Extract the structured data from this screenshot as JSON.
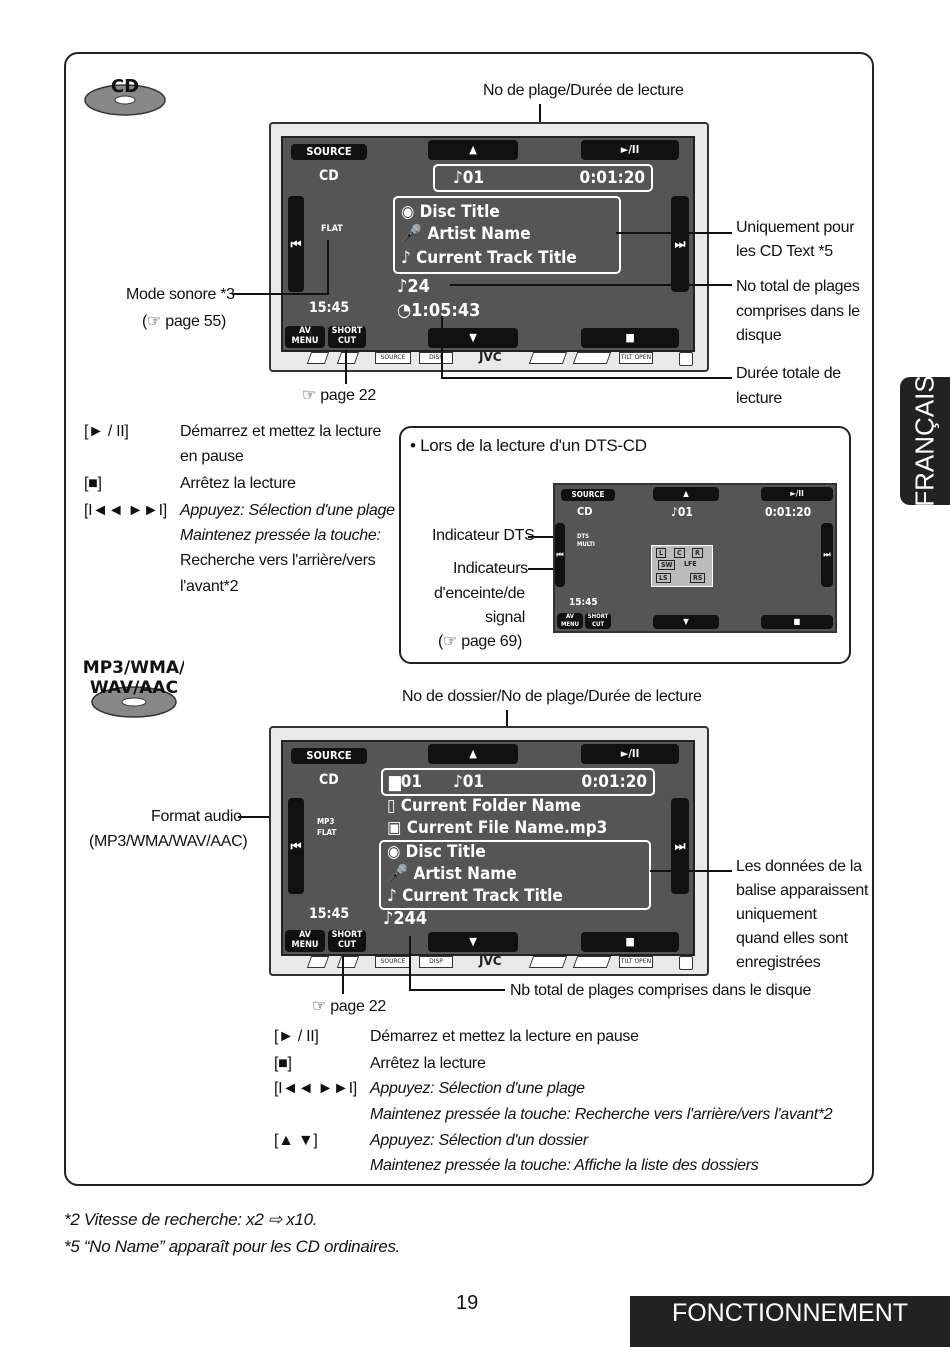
{
  "logos": {
    "cd": "CD",
    "mp3": "MP3/WMA/ WAV/AAC"
  },
  "side_tab": "FRANÇAIS",
  "footer_section": "FONCTIONNEMENT",
  "page_number": "19",
  "cd_section": {
    "label_top": "No de plage/Durée de lecture",
    "label_cdtext": [
      "Uniquement pour",
      "les CD Text *5"
    ],
    "label_total": [
      "No total de plages",
      "comprises dans le",
      "disque"
    ],
    "label_duration": [
      "Durée totale de",
      "lecture"
    ],
    "label_mode": "Mode sonore *3",
    "label_mode_ref": "(☞ page 55)",
    "label_page_ref": "☞ page 22",
    "screen": {
      "source": "SOURCE",
      "up": "▲",
      "play": "►/II",
      "mode": "CD",
      "track": "♪01",
      "time": "0:01:20",
      "sound": "FLAT",
      "disc": "◉ Disc Title",
      "artist": "🎤 Artist Name",
      "title": "♪ Current Track Title",
      "count": "♪24",
      "total": "◔1:05:43",
      "clock": "15:45",
      "av": "AV MENU",
      "short": "SHORT CUT",
      "down": "▼",
      "stop": "■",
      "prev": "⏮",
      "next": "⏭"
    },
    "panel": {
      "source": "SOURCE",
      "disp": "DISP",
      "brand": "JVC",
      "tilt": "TILT OPEN"
    }
  },
  "cd_controls": [
    {
      "key": "[► / II]",
      "desc": [
        "Démarrez et mettez la lecture",
        "en pause"
      ]
    },
    {
      "key": "[■]",
      "desc": [
        "Arrêtez la lecture"
      ]
    },
    {
      "key": "[I◄◄ ►►I]",
      "desc": [
        "Appuyez: Sélection d'une plage",
        "Maintenez pressée la touche:",
        "Recherche vers l'arrière/vers",
        "l'avant*2"
      ]
    }
  ],
  "dts_box": {
    "title": "• Lors de la lecture d'un DTS-CD",
    "label_dts": "Indicateur DTS",
    "label_speaker": [
      "Indicateurs",
      "d'enceinte/de",
      "signal",
      "(☞ page 69)"
    ],
    "screen": {
      "source": "SOURCE",
      "up": "▲",
      "play": "►/II",
      "mode": "CD",
      "track": "♪01",
      "time": "0:01:20",
      "dts": "DTS MULTI",
      "clock": "15:45",
      "av": "AV MENU",
      "short": "SHORT CUT",
      "down": "▼",
      "stop": "■",
      "spk": [
        "L",
        "C",
        "R",
        "SW",
        "LFE",
        "LS",
        "RS"
      ]
    }
  },
  "mp3_section": {
    "label_top": "No de dossier/No de plage/Durée de lecture",
    "label_format": [
      "Format audio",
      "(MP3/WMA/WAV/AAC)"
    ],
    "label_tag": [
      "Les données de la",
      "balise apparaissent",
      "uniquement",
      "quand elles sont",
      "enregistrées"
    ],
    "label_total": "Nb total de plages comprises dans le disque",
    "label_page_ref": "☞ page 22",
    "screen": {
      "source": "SOURCE",
      "up": "▲",
      "play": "►/II",
      "mode": "CD",
      "folder": "▆01",
      "track": "♪01",
      "time": "0:01:20",
      "fmt": "MP3 FLAT",
      "folder_name": "Current Folder Name",
      "file_name": "Current File Name.mp3",
      "disc": "◉ Disc Title",
      "artist": "🎤 Artist Name",
      "title": "♪ Current Track Title",
      "count": "♪244",
      "clock": "15:45",
      "av": "AV MENU",
      "short": "SHORT CUT",
      "down": "▼",
      "stop": "■"
    }
  },
  "mp3_controls": [
    {
      "key": "[► / II]",
      "desc": [
        "Démarrez et mettez la lecture en pause"
      ]
    },
    {
      "key": "[■]",
      "desc": [
        "Arrêtez la lecture"
      ]
    },
    {
      "key": "[I◄◄ ►►I]",
      "desc": [
        "Appuyez: Sélection d'une plage",
        "Maintenez pressée la touche: Recherche vers l'arrière/vers l'avant*2"
      ]
    },
    {
      "key": "[▲ ▼]",
      "desc": [
        "Appuyez: Sélection d'un dossier",
        "Maintenez pressée la touche: Affiche la liste des dossiers"
      ]
    }
  ],
  "footnotes": [
    "*2  Vitesse de recherche: x2 ⇨ x10.",
    "*5  “No Name” apparaît pour les CD ordinaires."
  ]
}
